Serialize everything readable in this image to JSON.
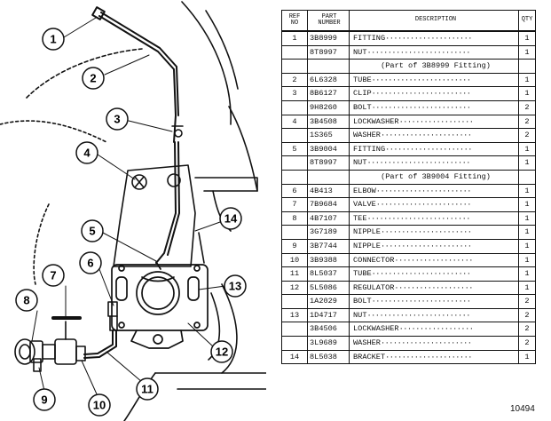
{
  "callouts": [
    "1",
    "2",
    "3",
    "4",
    "5",
    "6",
    "7",
    "8",
    "9",
    "10",
    "11",
    "12",
    "13",
    "14"
  ],
  "table": {
    "headers": {
      "ref": [
        "REF",
        "NO"
      ],
      "part": [
        "PART",
        "NUMBER"
      ],
      "desc": "DESCRIPTION",
      "qty": "QTY"
    },
    "rows": [
      {
        "ref": "1",
        "part": "3B8999",
        "desc": "FITTING",
        "qty": "1"
      },
      {
        "ref": "",
        "part": "8T8997",
        "desc": "NUT",
        "qty": "1"
      },
      {
        "note": "(Part of 3B8999 Fitting)"
      },
      {
        "ref": "2",
        "part": "6L6328",
        "desc": "TUBE",
        "qty": "1"
      },
      {
        "ref": "3",
        "part": "8B6127",
        "desc": "CLIP",
        "qty": "1"
      },
      {
        "ref": "",
        "part": "9H8260",
        "desc": "BOLT",
        "qty": "2"
      },
      {
        "ref": "4",
        "part": "3B4508",
        "desc": "LOCKWASHER",
        "qty": "2"
      },
      {
        "ref": "",
        "part": "1S365",
        "desc": "WASHER",
        "qty": "2"
      },
      {
        "ref": "5",
        "part": "3B9004",
        "desc": "FITTING",
        "qty": "1"
      },
      {
        "ref": "",
        "part": "8T8997",
        "desc": "NUT",
        "qty": "1"
      },
      {
        "note": "(Part of 3B9004 Fitting)"
      },
      {
        "ref": "6",
        "part": "4B413",
        "desc": "ELBOW",
        "qty": "1"
      },
      {
        "ref": "7",
        "part": "7B9684",
        "desc": "VALVE",
        "qty": "1"
      },
      {
        "ref": "8",
        "part": "4B7107",
        "desc": "TEE",
        "qty": "1"
      },
      {
        "ref": "",
        "part": "3G7189",
        "desc": "NIPPLE",
        "qty": "1"
      },
      {
        "ref": "9",
        "part": "3B7744",
        "desc": "NIPPLE",
        "qty": "1"
      },
      {
        "ref": "10",
        "part": "3B9388",
        "desc": "CONNECTOR",
        "qty": "1"
      },
      {
        "ref": "11",
        "part": "8L5037",
        "desc": "TUBE",
        "qty": "1"
      },
      {
        "ref": "12",
        "part": "5L5086",
        "desc": "REGULATOR",
        "qty": "1"
      },
      {
        "ref": "",
        "part": "1A2029",
        "desc": "BOLT",
        "qty": "2"
      },
      {
        "ref": "13",
        "part": "1D4717",
        "desc": "NUT",
        "qty": "2"
      },
      {
        "ref": "",
        "part": "3B4506",
        "desc": "LOCKWASHER",
        "qty": "2"
      },
      {
        "ref": "",
        "part": "3L9689",
        "desc": "WASHER",
        "qty": "2"
      },
      {
        "ref": "14",
        "part": "8L5038",
        "desc": "BRACKET",
        "qty": "1"
      }
    ]
  },
  "figure_number": "10494"
}
